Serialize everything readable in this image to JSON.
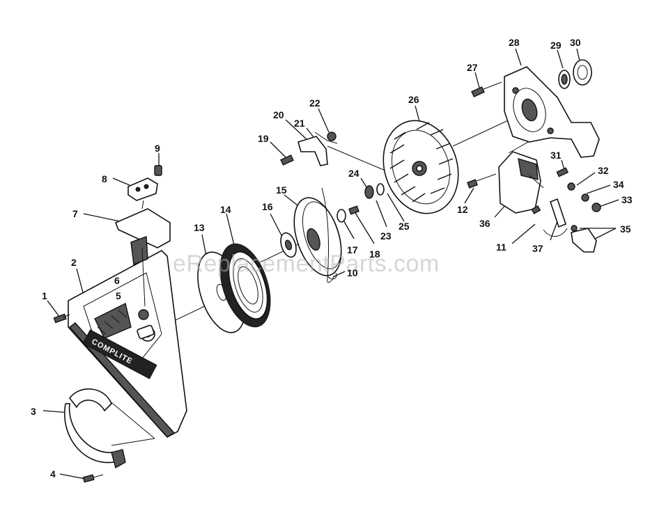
{
  "watermark": "eReplacementParts.com",
  "cover_brand": "COMPLITE",
  "callouts": [
    {
      "id": "c1",
      "label": "1"
    },
    {
      "id": "c2",
      "label": "2"
    },
    {
      "id": "c3",
      "label": "3"
    },
    {
      "id": "c4",
      "label": "4"
    },
    {
      "id": "c5",
      "label": "5"
    },
    {
      "id": "c6",
      "label": "6"
    },
    {
      "id": "c7",
      "label": "7"
    },
    {
      "id": "c8",
      "label": "8"
    },
    {
      "id": "c9",
      "label": "9"
    },
    {
      "id": "c10",
      "label": "10"
    },
    {
      "id": "c11",
      "label": "11"
    },
    {
      "id": "c12",
      "label": "12"
    },
    {
      "id": "c13",
      "label": "13"
    },
    {
      "id": "c14",
      "label": "14"
    },
    {
      "id": "c15",
      "label": "15"
    },
    {
      "id": "c16",
      "label": "16"
    },
    {
      "id": "c17",
      "label": "17"
    },
    {
      "id": "c18",
      "label": "18"
    },
    {
      "id": "c19",
      "label": "19"
    },
    {
      "id": "c20",
      "label": "20"
    },
    {
      "id": "c21",
      "label": "21"
    },
    {
      "id": "c22",
      "label": "22"
    },
    {
      "id": "c23",
      "label": "23"
    },
    {
      "id": "c24",
      "label": "24"
    },
    {
      "id": "c25",
      "label": "25"
    },
    {
      "id": "c26",
      "label": "26"
    },
    {
      "id": "c27",
      "label": "27"
    },
    {
      "id": "c28",
      "label": "28"
    },
    {
      "id": "c29",
      "label": "29"
    },
    {
      "id": "c30",
      "label": "30"
    },
    {
      "id": "c31",
      "label": "31"
    },
    {
      "id": "c32",
      "label": "32"
    },
    {
      "id": "c33",
      "label": "33"
    },
    {
      "id": "c34",
      "label": "34"
    },
    {
      "id": "c35",
      "label": "35"
    },
    {
      "id": "c36",
      "label": "36"
    },
    {
      "id": "c37",
      "label": "37"
    }
  ]
}
